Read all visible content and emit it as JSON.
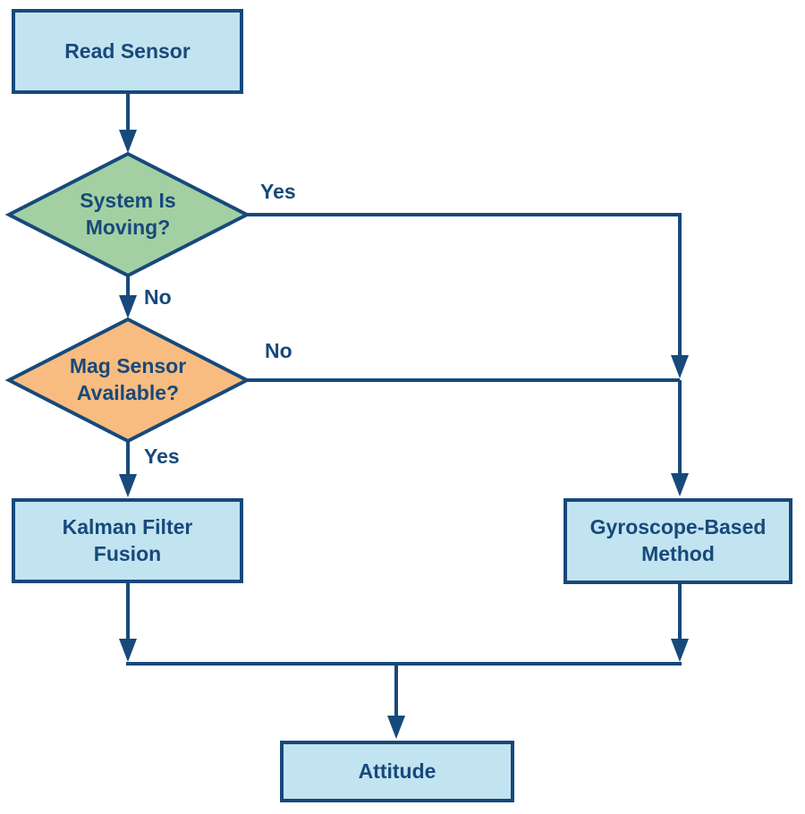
{
  "colors": {
    "navy": "#17497b",
    "light-blue": "#c2e3f0",
    "green": "#a2d0a2",
    "orange": "#f8bc80",
    "background": "#ffffff"
  },
  "nodes": {
    "read_sensor": {
      "type": "process",
      "label": "Read Sensor"
    },
    "system_moving": {
      "type": "decision",
      "label": "System Is\nMoving?",
      "fill": "#a2d0a2"
    },
    "mag_available": {
      "type": "decision",
      "label": "Mag Sensor\nAvailable?",
      "fill": "#f8bc80"
    },
    "kalman": {
      "type": "process",
      "label": "Kalman Filter\nFusion"
    },
    "gyro": {
      "type": "process",
      "label": "Gyroscope-Based\nMethod"
    },
    "attitude": {
      "type": "process",
      "label": "Attitude"
    }
  },
  "edge_labels": {
    "moving_yes": "Yes",
    "moving_no": "No",
    "mag_no": "No",
    "mag_yes": "Yes"
  }
}
